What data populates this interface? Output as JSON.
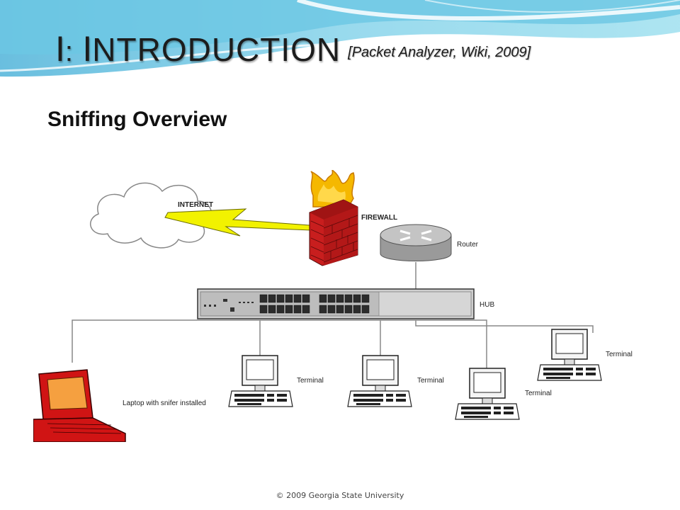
{
  "slide": {
    "title_first": "I",
    "title_colon": ":",
    "title_initial": "I",
    "title_rest": "NTRODUCTION",
    "citation": "[Packet Analyzer, Wiki, 2009]",
    "subtitle": "Sniffing Overview",
    "footer": "© 2009 Georgia State University"
  },
  "diagram": {
    "labels": {
      "internet": "INTERNET",
      "firewall": "FIREWALL",
      "router": "Router",
      "hub": "HUB",
      "laptop": "Laptop with snifer installed",
      "terminal": "Terminal"
    },
    "colors": {
      "lightning": "#f2f200",
      "firewall_brick": "#c81e1e",
      "flame": "#f5b800",
      "laptop_body": "#d01414",
      "laptop_screen": "#f5a040",
      "router": "#b4b4b4",
      "hub": "#c8c8c8"
    }
  }
}
